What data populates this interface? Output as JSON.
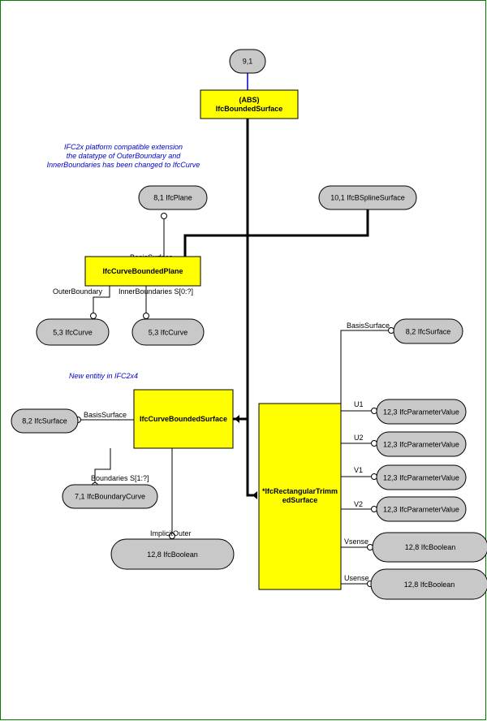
{
  "nodes": {
    "page_ref": "9,1",
    "bounded_surface": {
      "line1": "(ABS)",
      "line2": "IfcBoundedSurface"
    },
    "plane_ref": "8,1 IfcPlane",
    "bspline_ref": "10,1 IfcBSplineSurface",
    "curve_bounded_plane": "IfcCurveBoundedPlane",
    "outer_curve_ref": "5,3 IfcCurve",
    "inner_curve_ref": "5,3 IfcCurve",
    "surface_ref_right": "8,2 IfcSurface",
    "surface_ref_left": "8,2 IfcSurface",
    "curve_bounded_surface": "IfcCurveBoundedSurface",
    "rect_trimmed_surface": {
      "line1": "*IfcRectangularTrimm",
      "line2": "edSurface"
    },
    "param_u1": "12,3 IfcParameterValue",
    "param_u2": "12,3 IfcParameterValue",
    "param_v1": "12,3 IfcParameterValue",
    "param_v2": "12,3 IfcParameterValue",
    "bool_vsense": "12,8 IfcBoolean",
    "bool_usense": "12,8 IfcBoolean",
    "boundary_curve_ref": "7,1 IfcBoundaryCurve",
    "implicit_outer_ref": "12,8 IfcBoolean"
  },
  "labels": {
    "basis_surface_plane": "BasisSurface",
    "outer_boundary": "OuterBoundary",
    "inner_boundaries": "InnerBoundaries S[0:?]",
    "basis_surface_rect": "BasisSurface",
    "u1": "U1",
    "u2": "U2",
    "v1": "V1",
    "v2": "V2",
    "vsense": "Vsense",
    "usense": "Usense",
    "basis_surface_curve": "BasisSurface",
    "boundaries": "Boundaries S[1:?]",
    "implicit_outer": "ImplicitOuter"
  },
  "notes": {
    "extension": [
      "IFC2x platform compatible extension",
      "the datatype of OuterBoundary and",
      "InnerBoundaries has been changed to IfcCurve"
    ],
    "new_entity": "New entitiy in IFC2x4"
  },
  "colors": {
    "border": "#008000",
    "entity_fill": "#ffff00",
    "ref_fill": "#c8c8c8",
    "note_text": "#0000cc",
    "page_connector": "#0000cc"
  }
}
